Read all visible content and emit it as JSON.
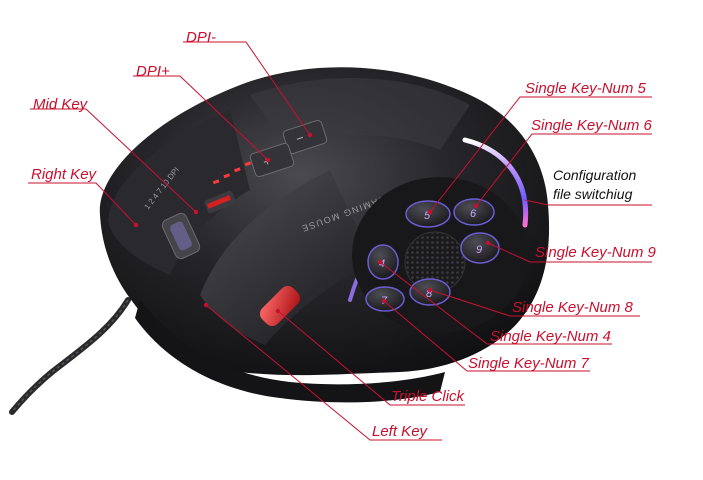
{
  "colors": {
    "label_red": "#c8102e",
    "label_black": "#111111",
    "leader_line": "#c8102e",
    "mouse_body": "#1b1b1d",
    "led_strip": "#b58cff"
  },
  "image": {
    "subject": "gaming-mouse",
    "icon": "gaming-mouse-icon",
    "body_text": "CAMING MOUSE",
    "dpi_text": "1 2 4 7 10 DPI"
  },
  "labels": {
    "dpi_minus": "DPI-",
    "dpi_plus": "DPI+",
    "mid_key": "Mid Key",
    "right_key": "Right Key",
    "single_key_num_5": "Single Key-Num 5",
    "single_key_num_6": "Single Key-Num 6",
    "configuration_line1": "Configuration",
    "configuration_line2": "file switchiug",
    "single_key_num_9": "Single Key-Num 9",
    "single_key_num_8": "Single Key-Num 8",
    "single_key_num_4": "Single Key-Num 4",
    "single_key_num_7": "Single Key-Num 7",
    "triple_click": "Triple Click",
    "left_key": "Left Key"
  },
  "side_keys": [
    "5",
    "6",
    "9",
    "8",
    "7",
    "4"
  ]
}
